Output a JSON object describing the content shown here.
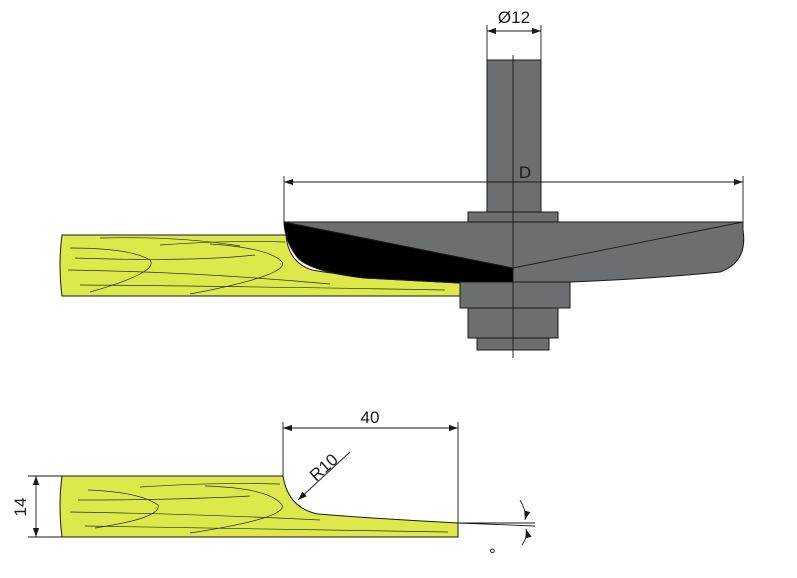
{
  "dimensions": {
    "shank_diameter": "Ø12",
    "cutter_diameter": "D",
    "profile_width": "40",
    "profile_radius": "R10",
    "board_thickness": "14",
    "bevel_angle": "°"
  },
  "colors": {
    "wood": "#dde84a",
    "steel": "#6d6e70",
    "cutting_edge": "#000000",
    "lines": "#1a1a1a"
  }
}
